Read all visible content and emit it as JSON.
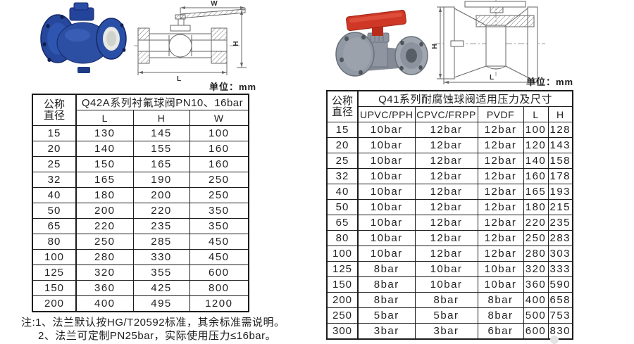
{
  "units": {
    "left": "单位：mm",
    "right": "单位：mm"
  },
  "drawings": {
    "left": {
      "w_label": "W",
      "h_label": "H",
      "l_label": "L"
    },
    "right": {
      "h_label": "H",
      "l_label": "L"
    }
  },
  "left_table": {
    "dn_line1": "公称",
    "dn_line2": "直径",
    "title": "Q42A系列衬氟球阀PN10、16bar",
    "columns": [
      "L",
      "H",
      "W"
    ],
    "rows": [
      [
        "15",
        "130",
        "145",
        "100"
      ],
      [
        "20",
        "140",
        "155",
        "160"
      ],
      [
        "25",
        "150",
        "165",
        "160"
      ],
      [
        "32",
        "165",
        "190",
        "250"
      ],
      [
        "40",
        "180",
        "200",
        "250"
      ],
      [
        "50",
        "200",
        "220",
        "350"
      ],
      [
        "65",
        "220",
        "235",
        "350"
      ],
      [
        "80",
        "250",
        "285",
        "450"
      ],
      [
        "100",
        "280",
        "330",
        "450"
      ],
      [
        "125",
        "320",
        "355",
        "600"
      ],
      [
        "150",
        "360",
        "425",
        "800"
      ],
      [
        "200",
        "400",
        "495",
        "1200"
      ]
    ]
  },
  "right_table": {
    "dn_line1": "公称",
    "dn_line2": "直径",
    "title": "Q41系列耐腐蚀球阀适用压力及尺寸",
    "columns": [
      "UPVC/PPH",
      "CPVC/FRPP",
      "PVDF",
      "L",
      "H"
    ],
    "rows": [
      [
        "15",
        "10bar",
        "12bar",
        "12bar",
        "100",
        "128"
      ],
      [
        "20",
        "10bar",
        "12bar",
        "12bar",
        "120",
        "143"
      ],
      [
        "25",
        "10bar",
        "12bar",
        "12bar",
        "140",
        "158"
      ],
      [
        "32",
        "10bar",
        "12bar",
        "12bar",
        "160",
        "178"
      ],
      [
        "40",
        "10bar",
        "12bar",
        "12bar",
        "165",
        "193"
      ],
      [
        "50",
        "10bar",
        "12bar",
        "12bar",
        "180",
        "215"
      ],
      [
        "65",
        "10bar",
        "12bar",
        "12bar",
        "220",
        "235"
      ],
      [
        "80",
        "10bar",
        "12bar",
        "12bar",
        "250",
        "283"
      ],
      [
        "100",
        "10bar",
        "12bar",
        "12bar",
        "280",
        "303"
      ],
      [
        "125",
        "8bar",
        "10bar",
        "10bar",
        "320",
        "333"
      ],
      [
        "150",
        "8bar",
        "10bar",
        "10bar",
        "360",
        "590"
      ],
      [
        "200",
        "8bar",
        "8bar",
        "8bar",
        "400",
        "658"
      ],
      [
        "250",
        "5bar",
        "5bar",
        "8bar",
        "500",
        "753"
      ],
      [
        "300",
        "3bar",
        "3bar",
        "6bar",
        "600",
        "830"
      ]
    ]
  },
  "notes": {
    "line1": "注:1、法兰默认按HG/T20592标准，其余标准需说明。",
    "line2": "2、法兰可定制PN25bar，实际使用压力≤16bar。"
  },
  "colors": {
    "table_border": "#1c1c1c",
    "valve_blue": "#2c4fa3",
    "valve_gray": "#9199a4",
    "handle_red": "#cf3726"
  }
}
